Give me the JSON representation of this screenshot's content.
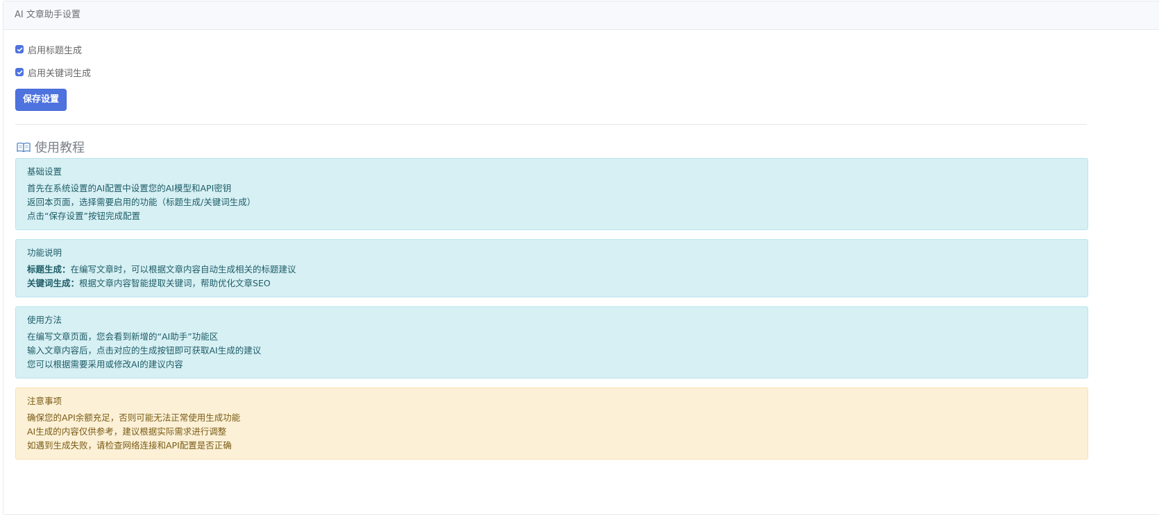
{
  "panel": {
    "title": "AI 文章助手设置"
  },
  "settings": {
    "enable_title": {
      "label": "启用标题生成",
      "checked": true
    },
    "enable_keywords": {
      "label": "启用关键词生成",
      "checked": true
    },
    "save_label": "保存设置"
  },
  "tutorial": {
    "icon": "book-icon",
    "title": "使用教程",
    "sections": [
      {
        "title": "基础设置",
        "style": "info",
        "lines": [
          "首先在系统设置的AI配置中设置您的AI模型和API密钥",
          "返回本页面，选择需要启用的功能（标题生成/关键词生成）",
          "点击“保存设置”按钮完成配置"
        ]
      },
      {
        "title": "功能说明",
        "style": "info",
        "items": [
          {
            "term": "标题生成：",
            "desc": "在编写文章时，可以根据文章内容自动生成相关的标题建议"
          },
          {
            "term": "关键词生成：",
            "desc": "根据文章内容智能提取关键词，帮助优化文章SEO"
          }
        ]
      },
      {
        "title": "使用方法",
        "style": "info",
        "lines": [
          "在编写文章页面，您会看到新增的“AI助手”功能区",
          "输入文章内容后，点击对应的生成按钮即可获取AI生成的建议",
          "您可以根据需要采用或修改AI的建议内容"
        ]
      },
      {
        "title": "注意事项",
        "style": "warning",
        "lines": [
          "确保您的API余额充足，否则可能无法正常使用生成功能",
          "AI生成的内容仅供参考，建议根据实际需求进行调整",
          "如遇到生成失败，请检查网络连接和API配置是否正确"
        ]
      }
    ]
  },
  "colors": {
    "primary": "#4e73df",
    "info_bg": "#d7f0f4",
    "warning_bg": "#fcf1d7"
  }
}
